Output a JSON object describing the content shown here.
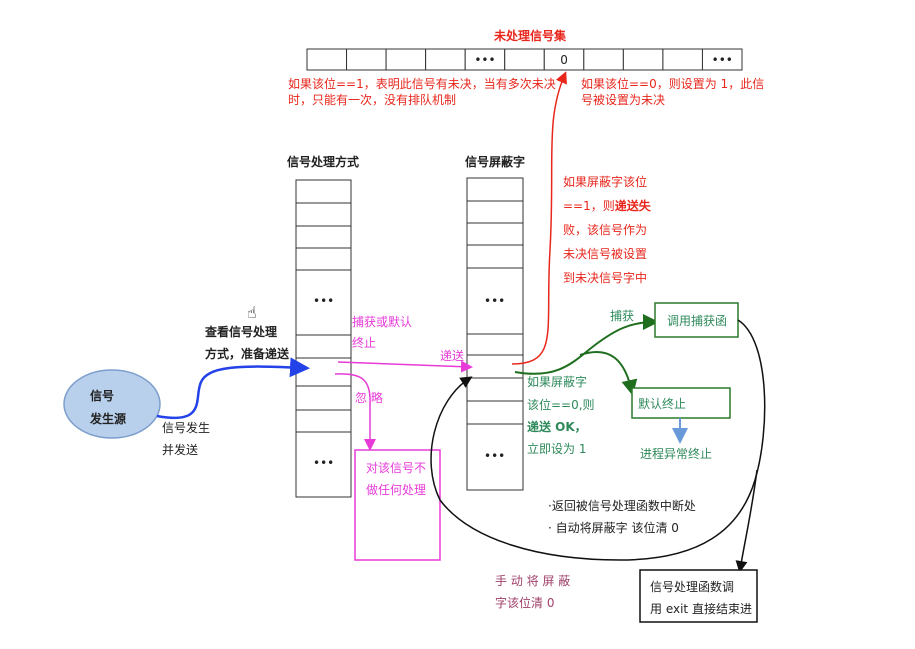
{
  "pending": {
    "title": "未处理信号集",
    "cells": [
      "",
      "",
      "",
      "",
      "•••",
      "",
      "0",
      "",
      "",
      "",
      "•••"
    ],
    "note_left": [
      "如果该位==1，表明此信号有未决，当有多次未决",
      "时，只能有一次，没有排队机制"
    ],
    "note_right": [
      "如果该位==0，则设置为 1，此信",
      "号被设置为未决"
    ]
  },
  "handler_column": {
    "title": "信号处理方式",
    "dots": "•••"
  },
  "mask_column": {
    "title": "信号屏蔽字",
    "dots": "•••"
  },
  "source": {
    "label": [
      "信号",
      "发生源"
    ],
    "send_label": [
      "信号发生",
      "并发送"
    ]
  },
  "check_label": [
    "查看信号处理",
    "方式，准备递送"
  ],
  "magenta": {
    "catch_or_default": [
      "捕获或默认",
      "终止"
    ],
    "deliver": "递送",
    "ignore": "忽 略",
    "ignore_box": [
      "对该信号不",
      "做任何处理"
    ]
  },
  "mask_fail_note": [
    "如果屏蔽字该位",
    "==1，则",
    "递送失",
    "败，该信号作为",
    "未决信号被设置",
    "到未决信号字中"
  ],
  "mask_ok_note": [
    "如果屏蔽字",
    "该位==0,则",
    "递送 OK，",
    "立即设为 1"
  ],
  "green": {
    "catch": "捕获",
    "call_handler_box": "调用捕获函",
    "default_box": "默认终止",
    "abnormal_exit": "进程异常终止"
  },
  "return_notes": [
    "·返回被信号处理函数中断处",
    "· 自动将屏蔽字  该位清 0"
  ],
  "manual_clear": [
    "手 动 将 屏 蔽",
    "字该位清 0"
  ],
  "exit_box": [
    "信号处理函数调",
    "用 exit 直接结束进"
  ]
}
